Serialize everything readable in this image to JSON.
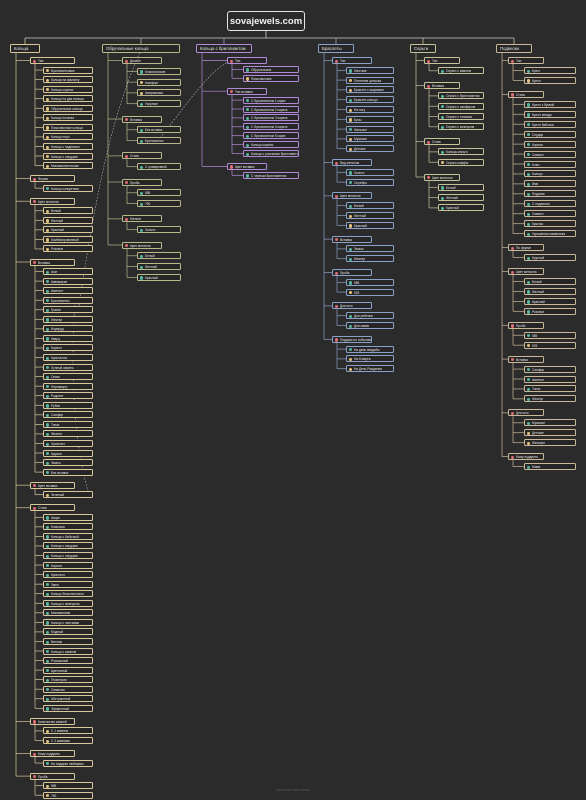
{
  "site_title": "sovajewels.com",
  "footer": "Generated with xmind",
  "colors": {
    "background": "#2b2b2b",
    "branch_rings": "#d8c79a",
    "branch_wedding": "#b9b98a",
    "branch_diamond": "#b28ad8",
    "branch_bracelets": "#8aa2c8",
    "branch_earrings": "#c6c29a",
    "branch_pendants": "#c9b899",
    "dot_red": "#e06c75",
    "dot_yellow": "#e5c07b",
    "dot_green": "#56b6a0"
  },
  "branches": [
    {
      "label": "Кольца",
      "children": [
        {
          "label": "Тип",
          "children": [
            "Бриллиантовые",
            "Кольца на фалангу",
            "Кольцо короны",
            "Кольцо на два пальца",
            "Обручальные кольца",
            "Кольцо печатка",
            "Помолвочные кольца",
            "Кольцо перо",
            "Кольцо с надписью",
            "Кольцо с сердцем",
            "Минималистичные"
          ]
        },
        {
          "label": "Форма",
          "children": [
            "Кольцо конкретики"
          ]
        },
        {
          "label": "Цвет металла",
          "children": [
            "Белый",
            "Желтый",
            "Красный",
            "Комбинированный",
            "Розовое"
          ]
        },
        {
          "label": "Вставка",
          "children": [
            "Агат",
            "Аквамарин",
            "Аметист",
            "Бриллианты",
            "Гранат",
            "Жемчуг",
            "Изумруд",
            "Кварц",
            "Коралл",
            "Кристаллы",
            "Лунный камень",
            "Оникс",
            "Перламутр",
            "Родолит",
            "Рубин",
            "Сапфир",
            "Топаз",
            "Фианит",
            "Хризолит",
            "Циркон",
            "Эмаль",
            "Без вставок"
          ]
        },
        {
          "label": "Цвет вставки",
          "children": [
            "Зеленый"
          ]
        },
        {
          "label": "Стиль",
          "children": [
            "Шарм",
            "Классика",
            "Кольца с бабочкой",
            "Кольца с сердцем",
            "Кольцо с сердцем",
            "Корона",
            "Кристалл",
            "Змея",
            "Кольцо бесконечность",
            "Кольцо с жемчугом",
            "Минимализм",
            "Кольцо с листьями",
            "Модный",
            "Винтаж",
            "Кольцо с камнем",
            "Роскошный",
            "Цветочный",
            "Геометрия",
            "Символы",
            "Абстрактный",
            "Эффектный"
          ]
        },
        {
          "label": "Количество камней",
          "children": [
            "С 1 камнем",
            "С 3 камнями"
          ]
        },
        {
          "label": "Кому подарить",
          "children": [
            "На подарки любимым"
          ]
        },
        {
          "label": "Проба",
          "children": [
            "585",
            "750"
          ]
        }
      ]
    },
    {
      "label": "Обручальные кольца",
      "children": [
        {
          "label": "Дизайн",
          "children": [
            "Классические",
            "Комфорт",
            "Американка",
            "Узорные"
          ]
        },
        {
          "label": "Вставка",
          "children": [
            "Без вставок",
            "Бриллианты"
          ]
        },
        {
          "label": "Стиль",
          "children": [
            "С гравировкой"
          ]
        },
        {
          "label": "Проба",
          "children": [
            "585",
            "750"
          ]
        },
        {
          "label": "Металл",
          "children": [
            "Золото"
          ]
        },
        {
          "label": "Цвет металла",
          "children": [
            "Белый",
            "Желтый",
            "Красный"
          ]
        }
      ]
    },
    {
      "label": "Кольца с бриллиантом",
      "children": [
        {
          "label": "Тип",
          "children": [
            "Обручальные",
            "Помолвочные"
          ]
        },
        {
          "label": "Тип вставки",
          "children": [
            "С бриллиантом 1 карат",
            "С бриллиантом 2 карата",
            "С бриллиантом 3 карата",
            "С бриллиантом 4 карата",
            "С бриллиантом 5 карат",
            "Кольцо короны",
            "Кольца с россыпью бриллиантов"
          ]
        },
        {
          "label": "Цвет вставки",
          "children": [
            "С черным бриллиантом"
          ]
        }
      ]
    },
    {
      "label": "Браслеты",
      "children": [
        {
          "label": "Тип",
          "children": [
            "Жесткие",
            "Плетение цепочка",
            "Браслет с шармами",
            "Браслет-кольцо",
            "На ногу",
            "Бусы",
            "Женские",
            "Мужские",
            "Детские"
          ]
        },
        {
          "label": "Вид металла",
          "children": [
            "Золото",
            "Серебро"
          ]
        },
        {
          "label": "Цвет металла",
          "children": [
            "Белый",
            "Желтый",
            "Красный"
          ]
        },
        {
          "label": "Вставка",
          "children": [
            "Эмаль",
            "Жемчуг"
          ]
        },
        {
          "label": "Проба",
          "children": [
            "585",
            "925"
          ]
        },
        {
          "label": "Для кого",
          "children": [
            "Для ребенка",
            "Для мамы"
          ]
        },
        {
          "label": "Подарок по событию",
          "children": [
            "На день свадьбы",
            "На 8 марта",
            "На День Рождения"
          ]
        }
      ]
    },
    {
      "label": "Серьги",
      "children": [
        {
          "label": "Тип",
          "children": [
            "Серьги с камнем"
          ]
        },
        {
          "label": "Вставка",
          "children": [
            "Серьги с бриллиантом",
            "Серьги с сапфиром",
            "Серьги с топазом",
            "Серьги с жемчугом"
          ]
        },
        {
          "label": "Стиль",
          "children": [
            "Кольца-серьги",
            "Серьги-каффы"
          ]
        },
        {
          "label": "Цвет металла",
          "children": [
            "Белый",
            "Желтый",
            "Красный"
          ]
        }
      ]
    },
    {
      "label": "Подвески",
      "children": [
        {
          "label": "Тип",
          "children": [
            "Крест",
            "Кулон"
          ]
        },
        {
          "label": "Стиль",
          "children": [
            "Кулон с буквой",
            "Кулон звезда",
            "Кулон бабочка",
            "Сердце",
            "Корона",
            "Символ",
            "Ключ",
            "Кольцо",
            "Имя",
            "Подкова",
            "С надписью",
            "Символ",
            "Крылья",
            "Украшения символика"
          ]
        },
        {
          "label": "По форме",
          "children": [
            "Круглый"
          ]
        },
        {
          "label": "Цвет металла",
          "children": [
            "Белый",
            "Желтый",
            "Красный",
            "Розовое"
          ]
        },
        {
          "label": "Проба",
          "children": [
            "585",
            "925"
          ]
        },
        {
          "label": "Вставка",
          "children": [
            "Сапфир",
            "Аметист",
            "Топаз",
            "Жемчуг"
          ]
        },
        {
          "label": "Для кого",
          "children": [
            "Мужские",
            "Детские",
            "Женские"
          ]
        },
        {
          "label": "Кому подарить",
          "children": [
            "Маме"
          ]
        }
      ]
    }
  ]
}
